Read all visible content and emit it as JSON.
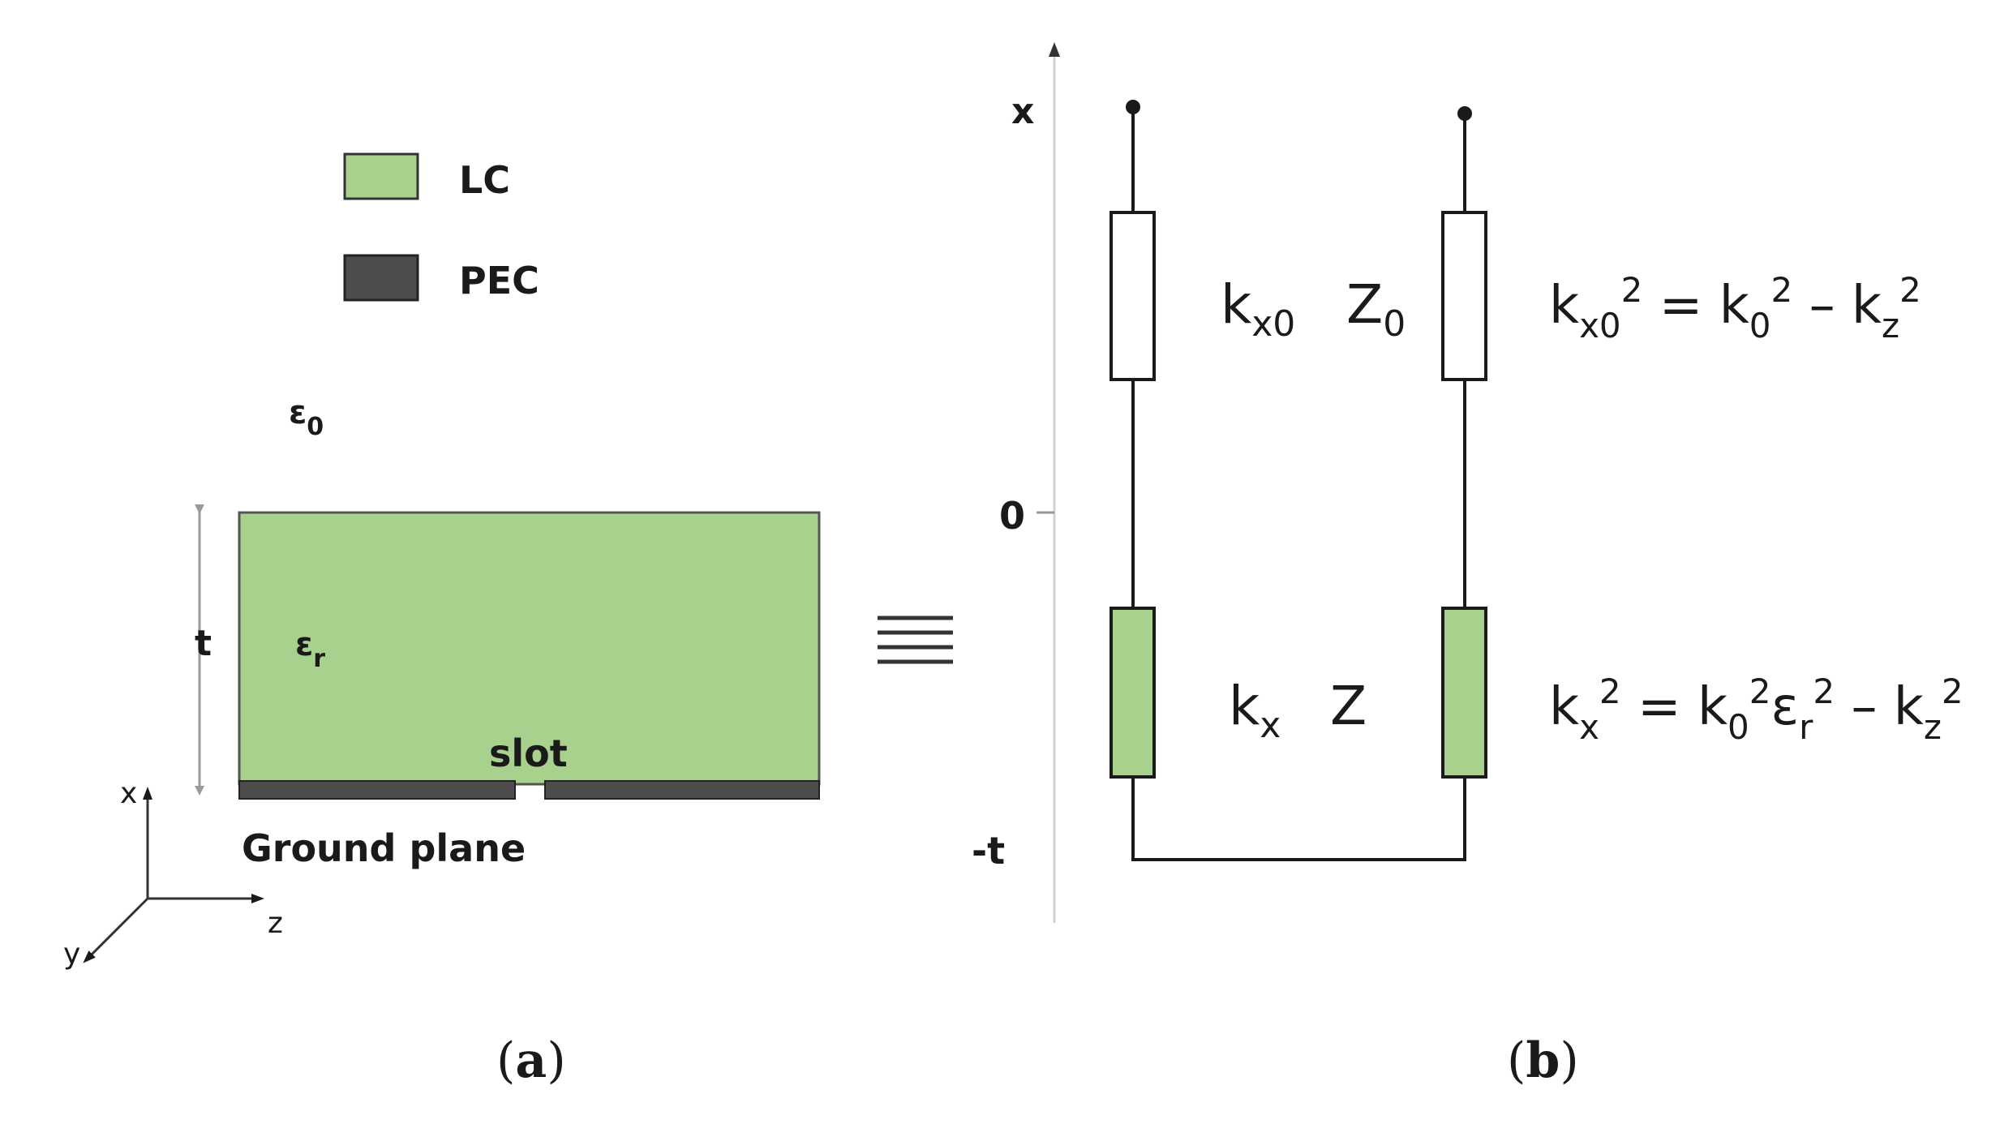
{
  "panel_a": {
    "legend": [
      {
        "label": "LC",
        "color": "#a9d18e"
      },
      {
        "label": "PEC",
        "color": "#4d4d4d"
      }
    ],
    "eps0_base": "ε",
    "eps0_sub": "0",
    "epsr_base": "ε",
    "epsr_sub": "r",
    "thickness_label": "t",
    "slot_label": "slot",
    "ground_label": "Ground plane",
    "axis_x": "x",
    "axis_y": "y",
    "axis_z": "z",
    "caption": "(a)"
  },
  "equiv_symbol": "≡",
  "panel_b": {
    "x_label": "x",
    "zero_label": "0",
    "neg_t_label": "-t",
    "upper_k_base": "k",
    "upper_k_sub": "x0",
    "upper_z_base": "Z",
    "upper_z_sub": "0",
    "lower_k": "k",
    "lower_k_sub": "x",
    "lower_z": "Z",
    "eq1": {
      "k": "k",
      "sub1": "x0",
      "pow1": "2",
      "eq": " = k",
      "sub2": "0",
      "pow2": "2",
      "minus": " – k",
      "sub3": "z",
      "pow3": "2"
    },
    "eq2": {
      "k": "k",
      "sub1": "x",
      "pow1": "2",
      "eq": " = k",
      "sub2": "0",
      "pow2": "2",
      "eps": "ε",
      "sub3": "r",
      "pow3": "2",
      "minus": " – k",
      "sub4": "z",
      "pow4": "2"
    },
    "caption": "(b)"
  },
  "colors": {
    "lc_green": "#a9d18e",
    "pec_dark": "#4d4d4d",
    "line": "#1a1a1a",
    "guide": "#bfbfbf"
  }
}
